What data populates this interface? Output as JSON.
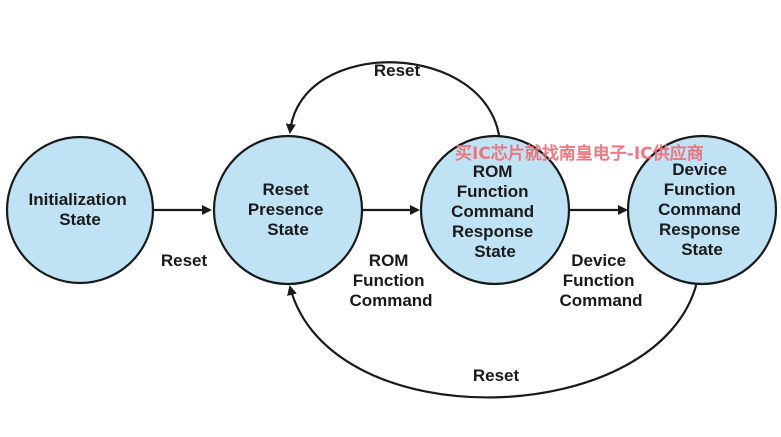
{
  "nodes": [
    {
      "id": "init",
      "lines": [
        "Initialization",
        "State"
      ]
    },
    {
      "id": "reset_presence",
      "lines": [
        "Reset",
        "Presence",
        "State"
      ]
    },
    {
      "id": "rom_response",
      "lines": [
        "ROM",
        "Function",
        "Command",
        "Response",
        "State"
      ]
    },
    {
      "id": "device_response",
      "lines": [
        "Device",
        "Function",
        "Command",
        "Response",
        "State"
      ]
    }
  ],
  "edges": {
    "init_to_reset": {
      "lines": [
        "Reset"
      ]
    },
    "reset_to_rom": {
      "lines": [
        "ROM",
        "Function",
        "Command"
      ]
    },
    "rom_to_device": {
      "lines": [
        "Device",
        "Function",
        "Command"
      ]
    },
    "rom_loop_reset": {
      "lines": [
        "Reset"
      ]
    },
    "device_loop_reset": {
      "lines": [
        "Reset"
      ]
    }
  },
  "watermark": "买IC芯片就找南皇电子-IC供应商"
}
